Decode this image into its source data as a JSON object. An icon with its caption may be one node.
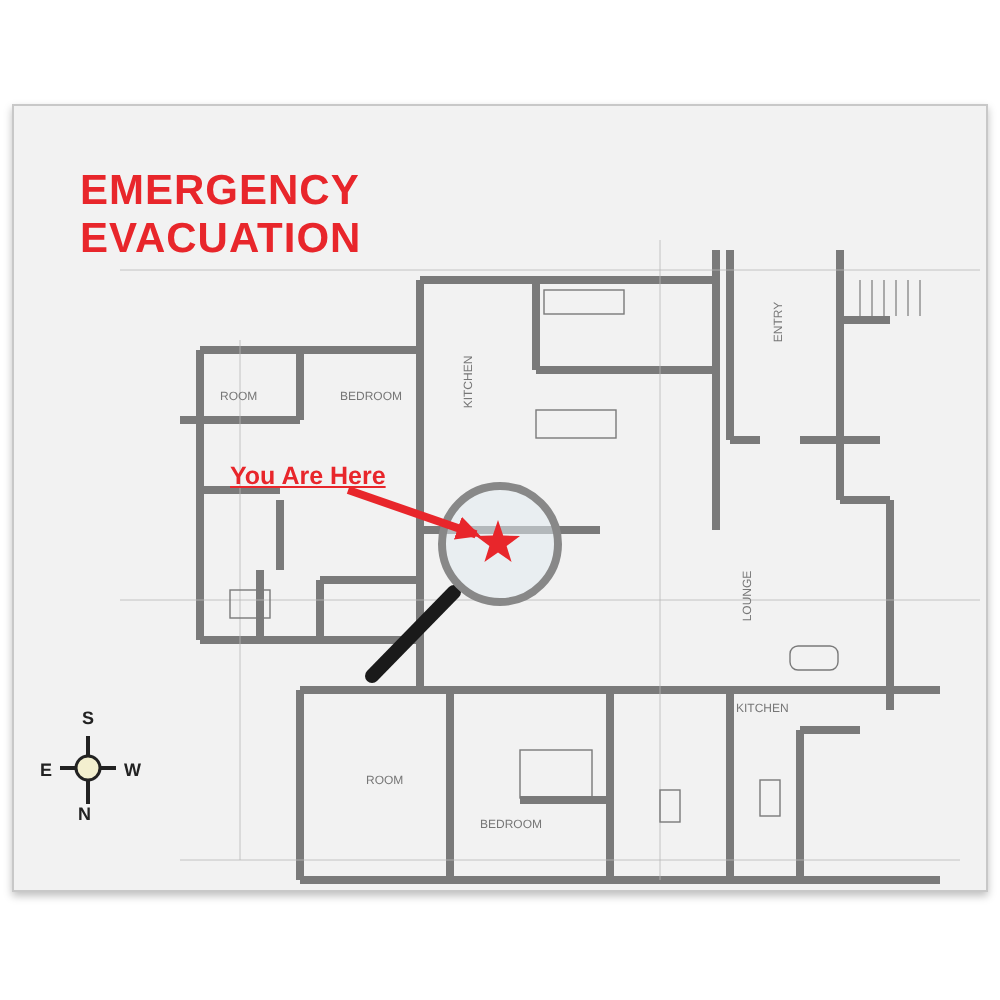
{
  "diagram": {
    "title": "EMERGENCY EVACUATION",
    "nodes": [
      {
        "text": [
          "You Are Here"
        ]
      },
      {
        "text": [],
        "shape": "star"
      }
    ],
    "edges": [
      {
        "from": 0,
        "to": 1,
        "arrow": "to"
      }
    ],
    "labels": [
      "ENTRY",
      "ROOM",
      "BEDROOM",
      "KITCHEN",
      "LOUNGE",
      "KITCHEN",
      "ROOM",
      "BEDROOM",
      "S",
      "E",
      "W",
      "N"
    ]
  }
}
